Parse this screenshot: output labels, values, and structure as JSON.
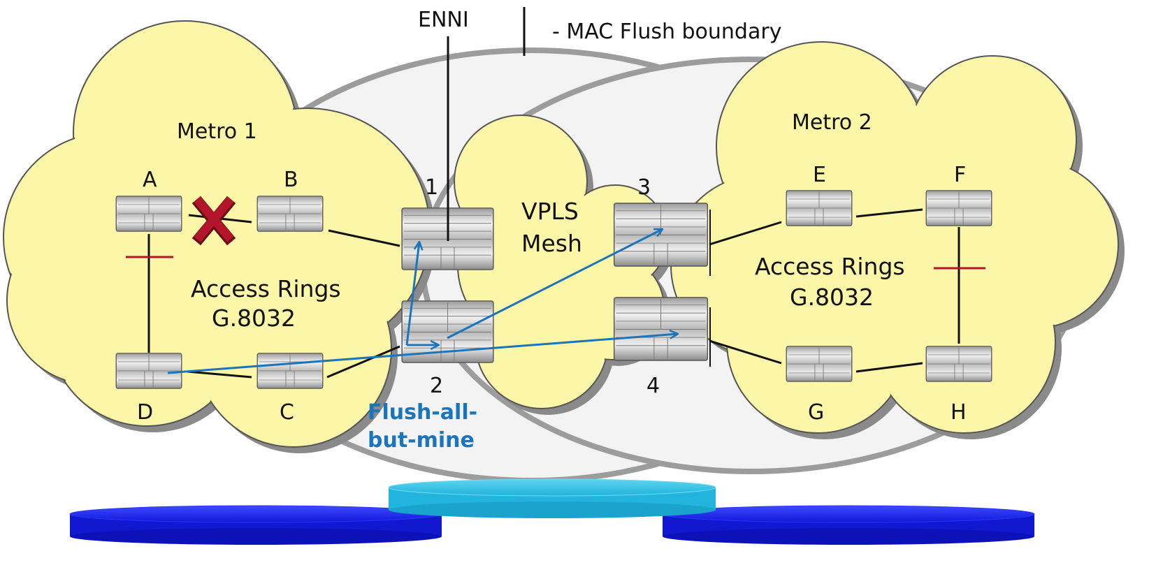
{
  "legend": {
    "enni": "ENNI",
    "mac_flush": "- MAC Flush boundary"
  },
  "clouds": {
    "metro1": "Metro 1",
    "metro2": "Metro 2",
    "access1_line1": "Access Rings",
    "access1_line2": "G.8032",
    "access2_line1": "Access Rings",
    "access2_line2": "G.8032",
    "vpls_line1": "VPLS",
    "vpls_line2": "Mesh"
  },
  "nodes": {
    "A": "A",
    "B": "B",
    "C": "C",
    "D": "D",
    "E": "E",
    "F": "F",
    "G": "G",
    "H": "H",
    "n1": "1",
    "n2": "2",
    "n3": "3",
    "n4": "4"
  },
  "annotation": {
    "line1": "Flush-all-",
    "line2": "but-mine"
  },
  "colors": {
    "cloud_fill": "#fcf6a8",
    "cloud_shadow": "#8a8a8a",
    "arrow": "#1b75bb",
    "fault": "#b3162a",
    "block": "#b3162a",
    "disc_blue": "#1e2bf0",
    "disc_cyan": "#32c3e6"
  }
}
